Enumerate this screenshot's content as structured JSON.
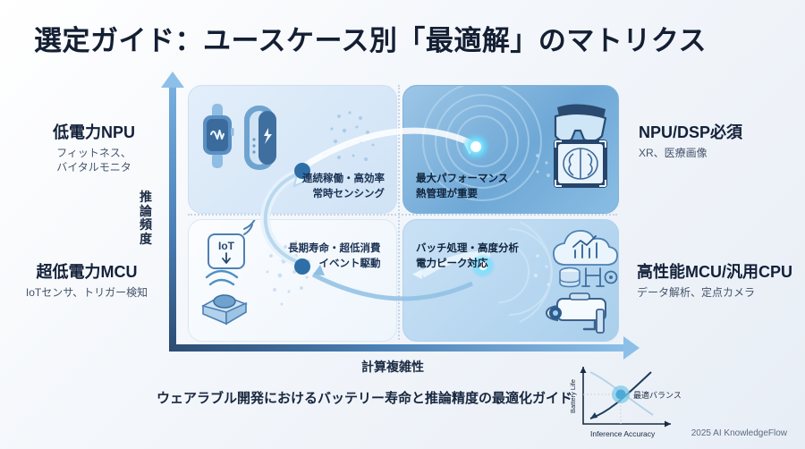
{
  "slide": {
    "title": "選定ガイド：ユースケース別「最適解」のマトリクス",
    "caption": "ウェアラブル開発におけるバッテリー寿命と推論精度の最適化ガイド",
    "footer": "2025 AI KnowledgeFlow"
  },
  "axes": {
    "y_label": "推論頻度",
    "x_label": "計算複雑性"
  },
  "quadrants": {
    "top_left": {
      "inner_line1": "連続稼働・高効率",
      "inner_line2": "常時センシング",
      "outer_heading": "低電力NPU",
      "outer_sub_line1": "フィットネス、",
      "outer_sub_line2": "バイタルモニタ",
      "icons": [
        "smartwatch-heartrate-icon",
        "fitness-band-bolt-icon"
      ]
    },
    "top_right": {
      "inner_line1": "最大パフォーマンス",
      "inner_line2": "熱管理が重要",
      "outer_heading": "NPU/DSP必須",
      "outer_sub_line1": "XR、医療画像",
      "icons": [
        "ar-glasses-icon",
        "brain-scan-icon"
      ]
    },
    "bottom_left": {
      "inner_line1": "長期寿命・超低消費",
      "inner_line2": "イベント駆動",
      "outer_heading": "超低電力MCU",
      "outer_sub_line1": "IoTセンサ、トリガー検知",
      "icons": [
        "iot-sensor-icon",
        "wireless-button-icon"
      ],
      "icon_text": "IoT"
    },
    "bottom_right": {
      "inner_line1": "バッチ処理・高度分析",
      "inner_line2": "電力ピーク対応",
      "outer_heading": "高性能MCU/汎用CPU",
      "outer_sub_line1": "データ解析、定点カメラ",
      "icons": [
        "cloud-analytics-icon",
        "database-pipeline-icon",
        "security-camera-icon"
      ]
    }
  },
  "inset_chart": {
    "y_label": "Battery Life",
    "x_label": "Inference Accuracy",
    "annotation": "最適バランス"
  },
  "colors": {
    "title": "#141f33",
    "accent_dark": "#2c4c73",
    "accent_mid": "#4a7fb5",
    "accent_light": "#8cc0e8",
    "node": "#2e6fa8",
    "glow": "#4fd8ff"
  }
}
